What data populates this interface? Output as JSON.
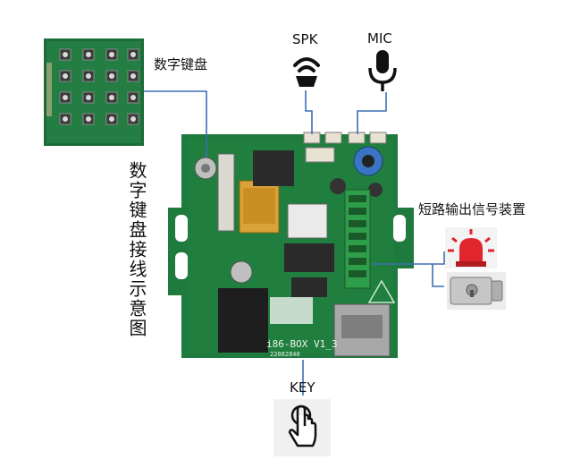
{
  "labels": {
    "keypad": "数字键盘",
    "spk": "SPK",
    "mic": "MIC",
    "key": "KEY",
    "short_circuit": "短路输出信号装置",
    "vertical_note": "数字键盘接线示意图"
  },
  "board": {
    "silkscreen": "i86-BOX V1_3",
    "part_marking": "22082840"
  },
  "icons": [
    "speaker-icon",
    "microphone-icon",
    "touch-hand-icon",
    "alarm-light-icon",
    "electric-lock-icon"
  ],
  "colors": {
    "pcb": "#1f7a3e",
    "pcb_dark": "#125a2b",
    "wire": "#3d6fb4",
    "alarm_red": "#e0262b"
  }
}
